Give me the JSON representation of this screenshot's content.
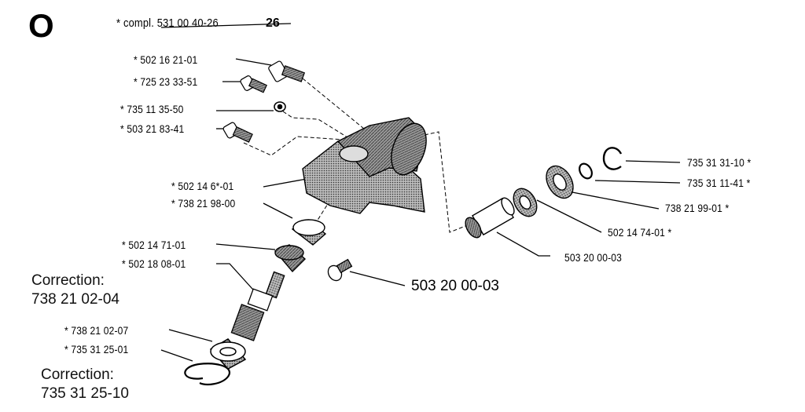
{
  "header": {
    "section_letter": "O",
    "kit_note": "* compl. 531 00 40-26",
    "kit_suffix": "26"
  },
  "labels": {
    "p1": "* 502 16 21-01",
    "p2": "* 725 23 33-51",
    "p3": "* 735 11 35-50",
    "p4": "* 503 21 83-41",
    "p5": "* 502 14 6*-01",
    "p6": "* 738 21 98-00",
    "p7": "* 502 14 71-01",
    "p8": "* 502 18 08-01",
    "p9": "* 738 21 02-07",
    "p10": "* 735 31 25-01",
    "p11": "735 31 31-10 *",
    "p12": "735 31 11-41 *",
    "p13": "738 21 99-01 *",
    "p14": "502 14 74-01 *",
    "p15": "503 20 00-03",
    "p16": "503 20 00-03"
  },
  "corrections": [
    {
      "title": "Correction:",
      "value": "738 21 02-04"
    },
    {
      "title": "Correction:",
      "value": "735 31 25-10"
    }
  ]
}
